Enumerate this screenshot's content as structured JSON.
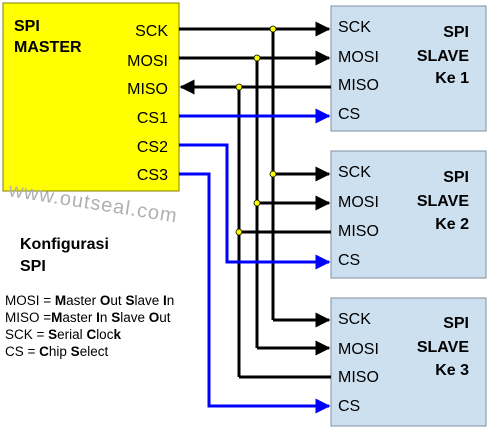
{
  "master": {
    "title_line1": "SPI",
    "title_line2": "MASTER",
    "pins": [
      "SCK",
      "MOSI",
      "MISO",
      "CS1",
      "CS2",
      "CS3"
    ],
    "color": "#ffff00"
  },
  "slaves": [
    {
      "title_line1": "SPI",
      "title_line2": "SLAVE",
      "title_line3": "Ke 1",
      "pins": [
        "SCK",
        "MOSI",
        "MISO",
        "CS"
      ]
    },
    {
      "title_line1": "SPI",
      "title_line2": "SLAVE",
      "title_line3": "Ke 2",
      "pins": [
        "SCK",
        "MOSI",
        "MISO",
        "CS"
      ]
    },
    {
      "title_line1": "SPI",
      "title_line2": "SLAVE",
      "title_line3": "Ke 3",
      "pins": [
        "SCK",
        "MOSI",
        "MISO",
        "CS"
      ]
    }
  ],
  "slave_color": "#cde0f0",
  "line_color": "#000000",
  "cs_line_color": "#0000ff",
  "junction_color": "#ffff00",
  "watermark": "www.outseal.com",
  "konfigurasi": {
    "line1": "Konfigurasi",
    "line2": "SPI"
  },
  "legend": [
    {
      "parts": [
        [
          "MOSI = ",
          false
        ],
        [
          "M",
          true
        ],
        [
          "aster ",
          false
        ],
        [
          "O",
          true
        ],
        [
          "ut ",
          false
        ],
        [
          "S",
          true
        ],
        [
          "lave ",
          false
        ],
        [
          "I",
          true
        ],
        [
          "n",
          false
        ]
      ]
    },
    {
      "parts": [
        [
          "MISO =",
          false
        ],
        [
          "M",
          true
        ],
        [
          "aster ",
          false
        ],
        [
          "I",
          true
        ],
        [
          "n ",
          false
        ],
        [
          "S",
          true
        ],
        [
          "lave ",
          false
        ],
        [
          "O",
          true
        ],
        [
          "ut",
          false
        ]
      ]
    },
    {
      "parts": [
        [
          "SCK = ",
          false
        ],
        [
          "S",
          true
        ],
        [
          "erial ",
          false
        ],
        [
          "C",
          true
        ],
        [
          "loc",
          false
        ],
        [
          "k",
          true
        ]
      ]
    },
    {
      "parts": [
        [
          "CS = ",
          false
        ],
        [
          "C",
          true
        ],
        [
          "hip ",
          false
        ],
        [
          "S",
          true
        ],
        [
          "elect",
          false
        ]
      ]
    }
  ]
}
